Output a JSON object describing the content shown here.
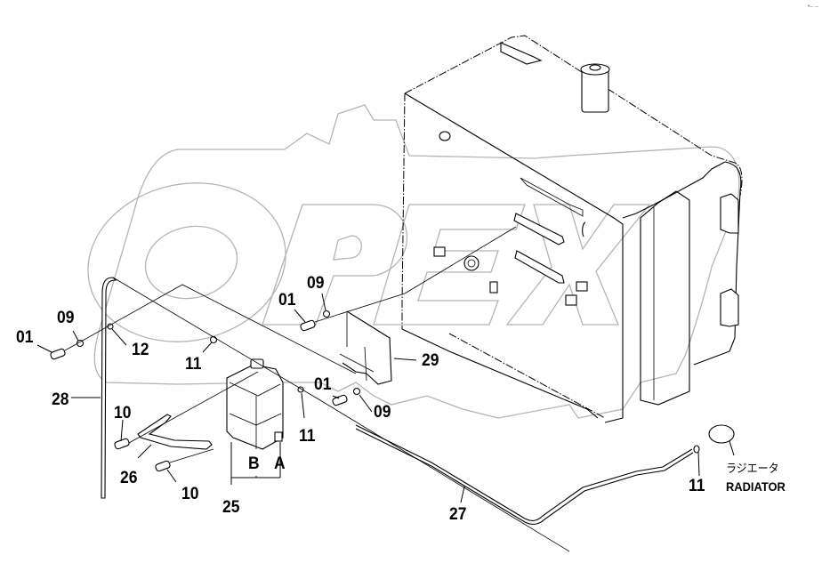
{
  "diagram": {
    "title": "Radiator reservoir tank installation",
    "watermark": "OPEX",
    "corner_mark": "•– –",
    "colors": {
      "line": "#000000",
      "watermark": "#b4b4b4",
      "background": "#ffffff"
    },
    "callouts": [
      {
        "id": "c-01-left",
        "text": "01"
      },
      {
        "id": "c-09-left",
        "text": "09"
      },
      {
        "id": "c-12",
        "text": "12"
      },
      {
        "id": "c-11-upper",
        "text": "11"
      },
      {
        "id": "c-28",
        "text": "28"
      },
      {
        "id": "c-10-upper",
        "text": "10"
      },
      {
        "id": "c-26",
        "text": "26"
      },
      {
        "id": "c-10-lower",
        "text": "10"
      },
      {
        "id": "c-25",
        "text": "25"
      },
      {
        "id": "c-B",
        "text": "B"
      },
      {
        "id": "c-A",
        "text": "A"
      },
      {
        "id": "c-01-top",
        "text": "01"
      },
      {
        "id": "c-09-top",
        "text": "09"
      },
      {
        "id": "c-29",
        "text": "29"
      },
      {
        "id": "c-01-bottom",
        "text": "01"
      },
      {
        "id": "c-09-bottom",
        "text": "09"
      },
      {
        "id": "c-11-middle",
        "text": "11"
      },
      {
        "id": "c-27",
        "text": "27"
      },
      {
        "id": "c-11-right",
        "text": "11"
      }
    ],
    "radiator_label": {
      "jp": "ラジエータ",
      "en": "RADIATOR"
    }
  }
}
